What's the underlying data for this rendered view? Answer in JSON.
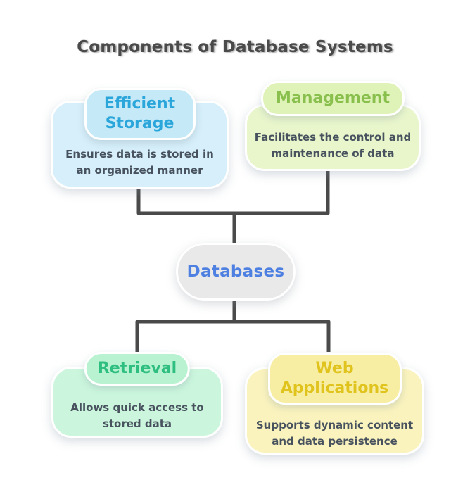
{
  "title": "Components of Database Systems",
  "title_color": "#4A4A4A",
  "connector_color": "#4A4A4A",
  "text_color": "#47525E",
  "center": {
    "label": "Databases",
    "colors": {
      "fill": "#E9E9E9",
      "label_color": "#4E80E2"
    }
  },
  "nodes": [
    {
      "id": "efficient-storage",
      "label": "Efficient Storage",
      "description": "Ensures data is stored in an organized manner",
      "colors": {
        "body_fill": "#D6EFFA",
        "header_fill": "#C5E9F7",
        "label_color": "#2AA6DB"
      }
    },
    {
      "id": "management",
      "label": "Management",
      "description": "Facilitates the control and maintenance of data",
      "colors": {
        "body_fill": "#E9F6CC",
        "header_fill": "#DFF2B7",
        "label_color": "#89BF4C"
      }
    },
    {
      "id": "retrieval",
      "label": "Retrieval",
      "description": "Allows quick access to stored data",
      "colors": {
        "body_fill": "#CBF6DD",
        "header_fill": "#B9F2D1",
        "label_color": "#2EBE80"
      }
    },
    {
      "id": "web-applications",
      "label": "Web Applications",
      "description": "Supports dynamic content and data persistence",
      "colors": {
        "body_fill": "#FAF3BE",
        "header_fill": "#F7EEA4",
        "label_color": "#E0C31D"
      }
    }
  ]
}
